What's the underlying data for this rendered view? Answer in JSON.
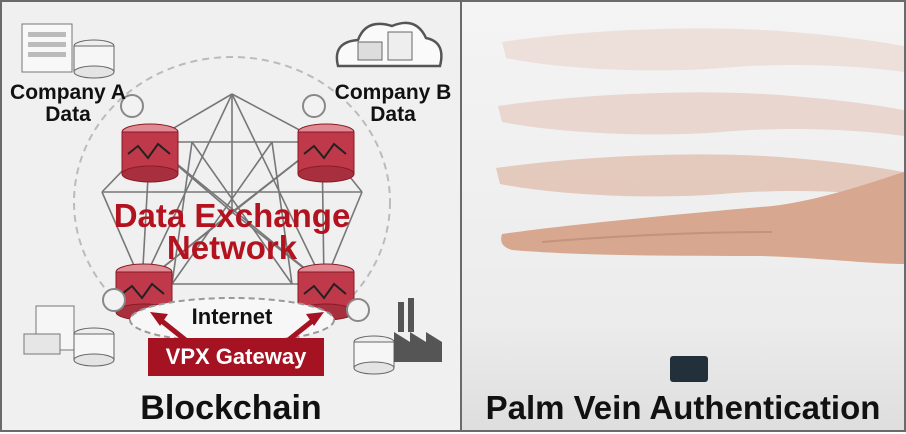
{
  "left_panel": {
    "caption": "Blockchain",
    "company_a": [
      "Company A",
      "Data"
    ],
    "company_b": [
      "Company B",
      "Data"
    ],
    "network_title": [
      "Data Exchange",
      "Network"
    ],
    "internet_label": "Internet",
    "gateway_label": "VPX Gateway"
  },
  "right_panel": {
    "caption": "Palm Vein Authentication"
  },
  "colors": {
    "accent_red": "#a51221",
    "title_red": "#b3121f",
    "node_red": "#c0394a"
  }
}
